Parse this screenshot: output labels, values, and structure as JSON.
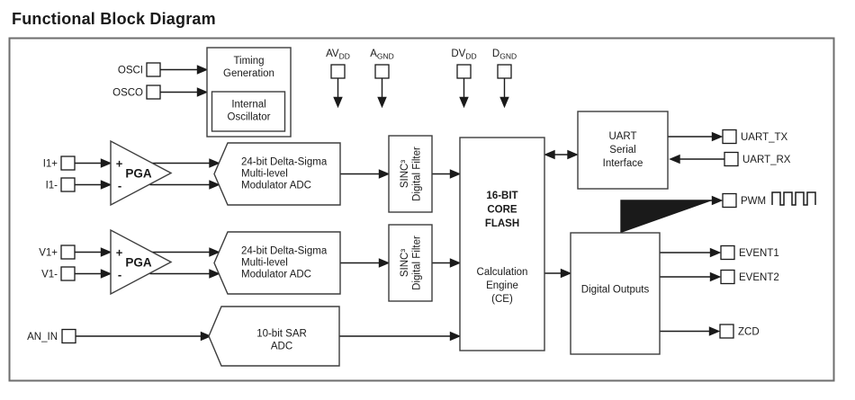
{
  "title": "Functional Block Diagram",
  "pins": {
    "osci": "OSCI",
    "osco": "OSCO",
    "avdd": {
      "base": "AV",
      "sub": "DD"
    },
    "agnd": {
      "base": "A",
      "sub": "GND"
    },
    "dvdd": {
      "base": "DV",
      "sub": "DD"
    },
    "dgnd": {
      "base": "D",
      "sub": "GND"
    },
    "i1_plus": "I1+",
    "i1_minus": "I1-",
    "v1_plus": "V1+",
    "v1_minus": "V1-",
    "an_in": "AN_IN",
    "uart_tx": "UART_TX",
    "uart_rx": "UART_RX",
    "pwm": "PWM",
    "event1": "EVENT1",
    "event2": "EVENT2",
    "zcd": "ZCD"
  },
  "blocks": {
    "timing": {
      "l1": "Timing",
      "l2": "Generation"
    },
    "osc": {
      "l1": "Internal",
      "l2": "Oscillator"
    },
    "pga": {
      "plus": "+",
      "label": "PGA",
      "minus": "-"
    },
    "adc": {
      "l1": "24-bit Delta-Sigma",
      "l2": "Multi-level",
      "l3": "Modulator ADC"
    },
    "sinc": {
      "l1": "SINC³",
      "l2": "Digital Filter"
    },
    "sar": {
      "l1": "10-bit SAR",
      "l2": "ADC"
    },
    "core": {
      "l1": "16-BIT",
      "l2": "CORE",
      "l3": "FLASH"
    },
    "ce": {
      "l1": "Calculation",
      "l2": "Engine",
      "l3": "(CE)"
    },
    "uart": {
      "l1": "UART",
      "l2": "Serial",
      "l3": "Interface"
    },
    "dout": {
      "label": "Digital Outputs"
    }
  },
  "colors": {
    "line": "#1a1a1a",
    "box": "#3d3d3d",
    "frame": "#6e6e6e",
    "bg": "#ffffff",
    "text": "#1a1a1a"
  }
}
